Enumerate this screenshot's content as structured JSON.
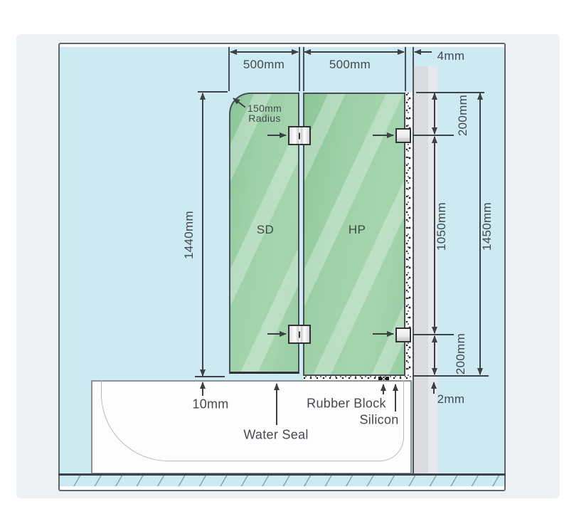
{
  "colors": {
    "canvas_blue": "#cde9f2",
    "page_band_grey": "#eef1f4",
    "glass_green": "#9ed1a9",
    "wall_grey": "#d9dbdf",
    "line_dark": "#3c4043"
  },
  "panels": {
    "door_label": "SD",
    "fixed_label": "HP"
  },
  "dimensions": {
    "width_left": "500mm",
    "width_right": "500mm",
    "wall_gap": "4mm",
    "radius_value": "150mm",
    "radius_word": "Radius",
    "door_height": "1440mm",
    "top_offset": "200mm",
    "mid_span": "1050mm",
    "panel_height": "1450mm",
    "bottom_offset": "200mm",
    "door_floor_gap": "10mm",
    "silicon_bed": "2mm"
  },
  "callouts": {
    "water_seal": "Water Seal",
    "rubber_block": "Rubber Block",
    "silicon": "Silicon"
  }
}
